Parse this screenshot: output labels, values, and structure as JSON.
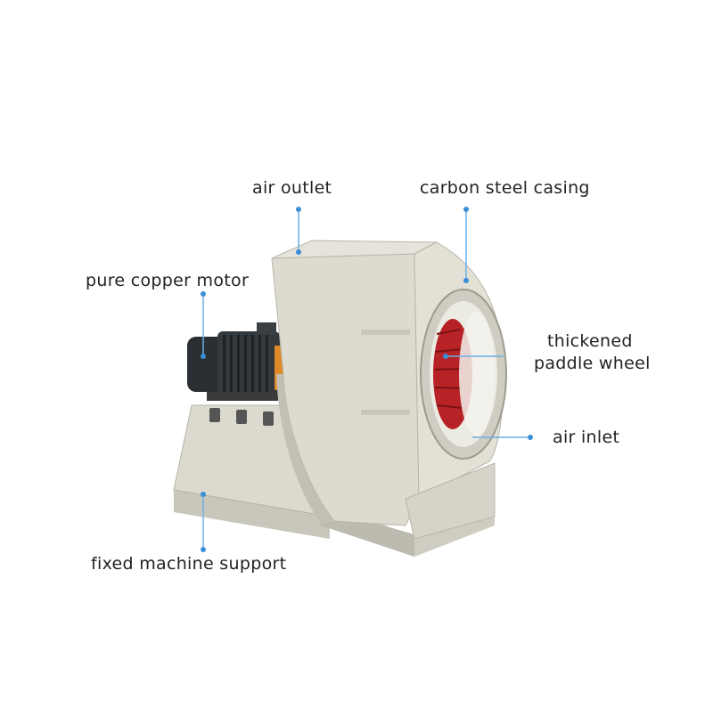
{
  "callouts": [
    {
      "id": "air-outlet",
      "text": "air outlet"
    },
    {
      "id": "carbon-steel-casing",
      "text": "carbon steel casing"
    },
    {
      "id": "pure-copper-motor",
      "text": "pure copper motor"
    },
    {
      "id": "thickened-paddle-wheel",
      "line1": "thickened",
      "line2": "paddle wheel"
    },
    {
      "id": "air-inlet",
      "text": "air inlet"
    },
    {
      "id": "fixed-machine-support",
      "text": "fixed machine support"
    }
  ],
  "colors": {
    "accent_dot": "#3a8fd8",
    "leader_line": "#6bb0e6",
    "casing": "#d9d7cc",
    "casing_shadow": "#b9b7ab",
    "motor": "#2b2f33",
    "impeller": "#c8282c",
    "text": "#222222"
  }
}
